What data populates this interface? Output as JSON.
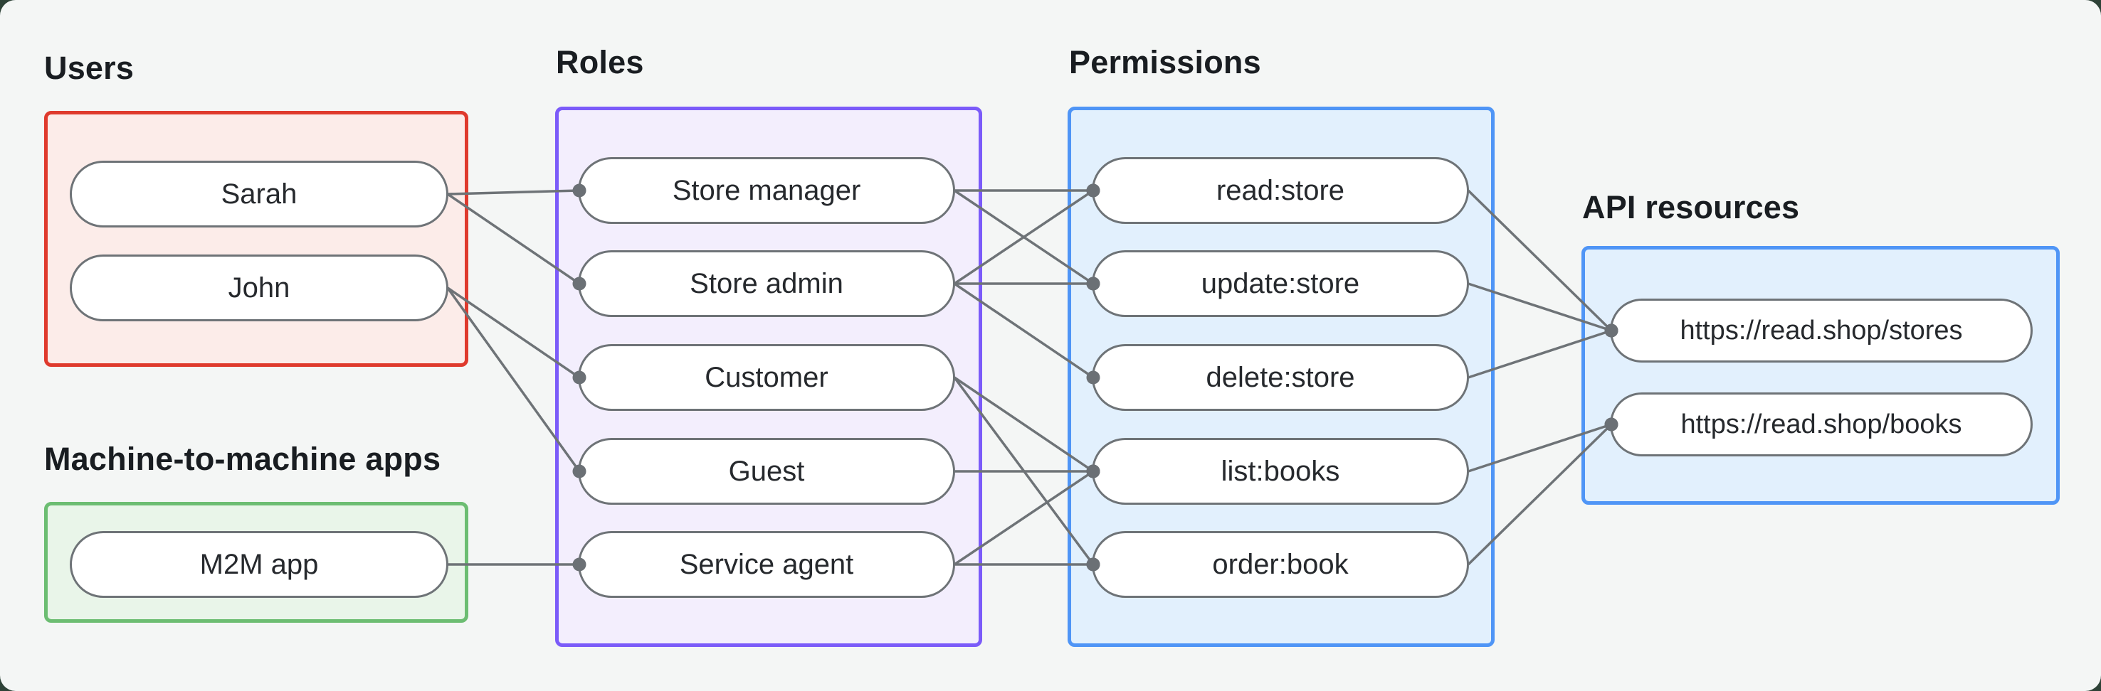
{
  "groups": [
    {
      "id": "users",
      "label": "Users",
      "border_color": "#df3a2d",
      "fill_color": "#fcece9",
      "nodes": [
        {
          "id": "sarah",
          "label": "Sarah"
        },
        {
          "id": "john",
          "label": "John"
        }
      ]
    },
    {
      "id": "m2m_apps",
      "label": "Machine-to-machine apps",
      "border_color": "#6cbd72",
      "fill_color": "#e9f5e9",
      "nodes": [
        {
          "id": "m2m-app",
          "label": "M2M app"
        }
      ]
    },
    {
      "id": "roles",
      "label": "Roles",
      "border_color": "#7b5bf9",
      "fill_color": "#f3eefd",
      "nodes": [
        {
          "id": "store-manager",
          "label": "Store manager"
        },
        {
          "id": "store-admin",
          "label": "Store admin"
        },
        {
          "id": "customer",
          "label": "Customer"
        },
        {
          "id": "guest",
          "label": "Guest"
        },
        {
          "id": "service-agent",
          "label": "Service agent"
        }
      ]
    },
    {
      "id": "permissions",
      "label": "Permissions",
      "border_color": "#4f95f6",
      "fill_color": "#e2f0fd",
      "nodes": [
        {
          "id": "read-store",
          "label": "read:store"
        },
        {
          "id": "update-store",
          "label": "update:store"
        },
        {
          "id": "delete-store",
          "label": "delete:store"
        },
        {
          "id": "list-books",
          "label": "list:books"
        },
        {
          "id": "order-book",
          "label": "order:book"
        }
      ]
    },
    {
      "id": "api_resources",
      "label": "API resources",
      "border_color": "#4f95f6",
      "fill_color": "#e2f0fd",
      "nodes": [
        {
          "id": "stores",
          "label": "https://read.shop/stores"
        },
        {
          "id": "books",
          "label": "https://read.shop/books"
        }
      ]
    }
  ],
  "edges": [
    {
      "from": "sarah",
      "to": "store-manager"
    },
    {
      "from": "sarah",
      "to": "store-admin"
    },
    {
      "from": "john",
      "to": "customer"
    },
    {
      "from": "john",
      "to": "guest"
    },
    {
      "from": "m2m-app",
      "to": "service-agent"
    },
    {
      "from": "store-manager",
      "to": "read-store"
    },
    {
      "from": "store-manager",
      "to": "update-store"
    },
    {
      "from": "store-admin",
      "to": "read-store"
    },
    {
      "from": "store-admin",
      "to": "update-store"
    },
    {
      "from": "store-admin",
      "to": "delete-store"
    },
    {
      "from": "customer",
      "to": "list-books"
    },
    {
      "from": "customer",
      "to": "order-book"
    },
    {
      "from": "guest",
      "to": "list-books"
    },
    {
      "from": "service-agent",
      "to": "list-books"
    },
    {
      "from": "service-agent",
      "to": "order-book"
    },
    {
      "from": "read-store",
      "to": "stores"
    },
    {
      "from": "update-store",
      "to": "stores"
    },
    {
      "from": "delete-store",
      "to": "stores"
    },
    {
      "from": "list-books",
      "to": "books"
    },
    {
      "from": "order-book",
      "to": "books"
    }
  ],
  "style": {
    "outer_bg": "#2e4237",
    "panel_bg": "#f4f6f5",
    "edge_color": "#6e7377",
    "dot_color": "#6b7075",
    "pill_border_color": "#6e7377",
    "pill_fill": "#ffffff",
    "label_color": "#191d21",
    "pill_text_color": "#26292d"
  }
}
